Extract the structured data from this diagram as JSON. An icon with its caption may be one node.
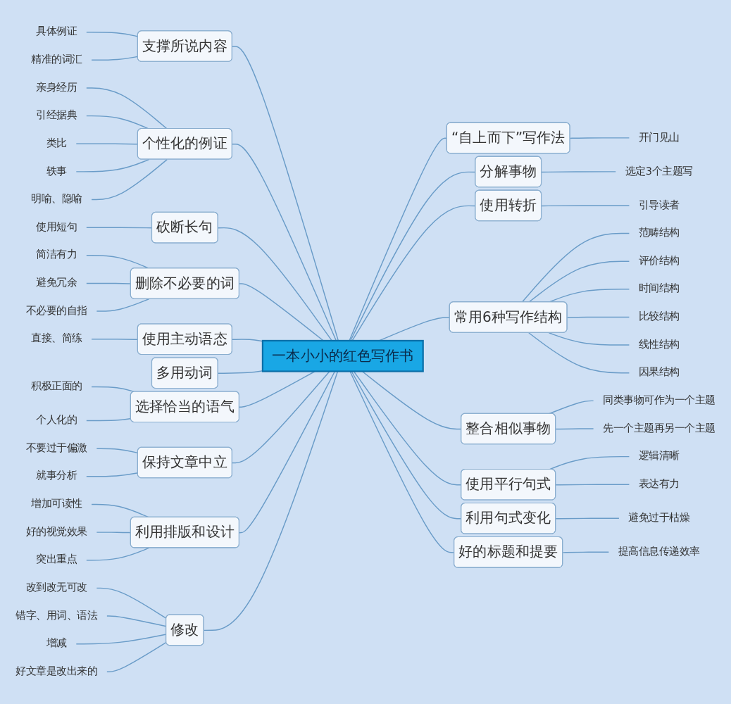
{
  "diagram": {
    "nodes": [
      {
        "text": [
          "一本小小的红色写作书"
        ]
      },
      {
        "text": [
          "支撑所说内容"
        ]
      },
      {
        "text": [
          "具体例证"
        ]
      },
      {
        "text": [
          "精准的词汇"
        ]
      },
      {
        "text": [
          "个性化的例证"
        ]
      },
      {
        "text": [
          "亲身经历"
        ]
      },
      {
        "text": [
          "引经据典"
        ]
      },
      {
        "text": [
          "类比"
        ]
      },
      {
        "text": [
          "轶事"
        ]
      },
      {
        "text": [
          "明喻、隐喻"
        ]
      },
      {
        "text": [
          "砍断长句"
        ]
      },
      {
        "text": [
          "使用短句"
        ]
      },
      {
        "text": [
          "删除不必要的词"
        ]
      },
      {
        "text": [
          "简洁有力"
        ]
      },
      {
        "text": [
          "避免冗余"
        ]
      },
      {
        "text": [
          "不必要的自指"
        ]
      },
      {
        "text": [
          "使用主动语态"
        ]
      },
      {
        "text": [
          "直接、简练"
        ]
      },
      {
        "text": [
          "多用动词"
        ]
      },
      {
        "text": [
          "选择恰当的语气"
        ]
      },
      {
        "text": [
          "积极正面的"
        ]
      },
      {
        "text": [
          "个人化的"
        ]
      },
      {
        "text": [
          "保持文章中立"
        ]
      },
      {
        "text": [
          "不要过于偏激"
        ]
      },
      {
        "text": [
          "就事分析"
        ]
      },
      {
        "text": [
          "利用排版和设计"
        ]
      },
      {
        "text": [
          "增加可读性"
        ]
      },
      {
        "text": [
          "好的视觉效果"
        ]
      },
      {
        "text": [
          "突出重点"
        ]
      },
      {
        "text": [
          "修改"
        ]
      },
      {
        "text": [
          "改到改无可改"
        ]
      },
      {
        "text": [
          "错字、用词、语法"
        ]
      },
      {
        "text": [
          "增减"
        ]
      },
      {
        "text": [
          "好文章是改出来的"
        ]
      },
      {
        "text": [
          "“自上而下”写作法"
        ]
      },
      {
        "text": [
          "开门见山"
        ]
      },
      {
        "text": [
          "分解事物"
        ]
      },
      {
        "text": [
          "选定3个主题写"
        ]
      },
      {
        "text": [
          "使用转折"
        ]
      },
      {
        "text": [
          "引导读者"
        ]
      },
      {
        "text": [
          "常用6种写作结构"
        ]
      },
      {
        "text": [
          "范畴结构"
        ]
      },
      {
        "text": [
          "评价结构"
        ]
      },
      {
        "text": [
          "时间结构"
        ]
      },
      {
        "text": [
          "比较结构"
        ]
      },
      {
        "text": [
          "线性结构"
        ]
      },
      {
        "text": [
          "因果结构"
        ]
      },
      {
        "text": [
          "整合相似事物"
        ]
      },
      {
        "text": [
          "同类事物可作为一个主题"
        ]
      },
      {
        "text": [
          "先一个主题再另一个主题"
        ]
      },
      {
        "text": [
          "使用平行句式"
        ]
      },
      {
        "text": [
          "逻辑清晰"
        ]
      },
      {
        "text": [
          "表达有力"
        ]
      },
      {
        "text": [
          "利用句式变化"
        ]
      },
      {
        "text": [
          "避免过于枯燥"
        ]
      },
      {
        "text": [
          "好的标题和提要"
        ]
      },
      {
        "text": [
          "提高信息传递效率"
        ]
      }
    ],
    "edges": [
      {
        "from": 1,
        "to": 0,
        "arrow": "none"
      },
      {
        "from": 2,
        "to": 1,
        "arrow": "none"
      },
      {
        "from": 3,
        "to": 1,
        "arrow": "none"
      },
      {
        "from": 4,
        "to": 0,
        "arrow": "none"
      },
      {
        "from": 5,
        "to": 4,
        "arrow": "none"
      },
      {
        "from": 6,
        "to": 4,
        "arrow": "none"
      },
      {
        "from": 7,
        "to": 4,
        "arrow": "none"
      },
      {
        "from": 8,
        "to": 4,
        "arrow": "none"
      },
      {
        "from": 9,
        "to": 4,
        "arrow": "none"
      },
      {
        "from": 10,
        "to": 0,
        "arrow": "none"
      },
      {
        "from": 11,
        "to": 10,
        "arrow": "none"
      },
      {
        "from": 12,
        "to": 0,
        "arrow": "none"
      },
      {
        "from": 13,
        "to": 12,
        "arrow": "none"
      },
      {
        "from": 14,
        "to": 12,
        "arrow": "none"
      },
      {
        "from": 15,
        "to": 12,
        "arrow": "none"
      },
      {
        "from": 16,
        "to": 0,
        "arrow": "none"
      },
      {
        "from": 17,
        "to": 16,
        "arrow": "none"
      },
      {
        "from": 18,
        "to": 0,
        "arrow": "none"
      },
      {
        "from": 19,
        "to": 0,
        "arrow": "none"
      },
      {
        "from": 20,
        "to": 19,
        "arrow": "none"
      },
      {
        "from": 21,
        "to": 19,
        "arrow": "none"
      },
      {
        "from": 22,
        "to": 0,
        "arrow": "none"
      },
      {
        "from": 23,
        "to": 22,
        "arrow": "none"
      },
      {
        "from": 24,
        "to": 22,
        "arrow": "none"
      },
      {
        "from": 25,
        "to": 0,
        "arrow": "none"
      },
      {
        "from": 26,
        "to": 25,
        "arrow": "none"
      },
      {
        "from": 27,
        "to": 25,
        "arrow": "none"
      },
      {
        "from": 28,
        "to": 25,
        "arrow": "none"
      },
      {
        "from": 29,
        "to": 0,
        "arrow": "none"
      },
      {
        "from": 30,
        "to": 29,
        "arrow": "none"
      },
      {
        "from": 31,
        "to": 29,
        "arrow": "none"
      },
      {
        "from": 32,
        "to": 29,
        "arrow": "none"
      },
      {
        "from": 33,
        "to": 29,
        "arrow": "none"
      },
      {
        "from": 0,
        "to": 34,
        "arrow": "none"
      },
      {
        "from": 34,
        "to": 35,
        "arrow": "none"
      },
      {
        "from": 0,
        "to": 36,
        "arrow": "none"
      },
      {
        "from": 36,
        "to": 37,
        "arrow": "none"
      },
      {
        "from": 0,
        "to": 38,
        "arrow": "none"
      },
      {
        "from": 38,
        "to": 39,
        "arrow": "none"
      },
      {
        "from": 0,
        "to": 40,
        "arrow": "none"
      },
      {
        "from": 40,
        "to": 41,
        "arrow": "none"
      },
      {
        "from": 40,
        "to": 42,
        "arrow": "none"
      },
      {
        "from": 40,
        "to": 43,
        "arrow": "none"
      },
      {
        "from": 40,
        "to": 44,
        "arrow": "none"
      },
      {
        "from": 40,
        "to": 45,
        "arrow": "none"
      },
      {
        "from": 40,
        "to": 46,
        "arrow": "none"
      },
      {
        "from": 0,
        "to": 47,
        "arrow": "none"
      },
      {
        "from": 47,
        "to": 48,
        "arrow": "none"
      },
      {
        "from": 47,
        "to": 49,
        "arrow": "none"
      },
      {
        "from": 0,
        "to": 50,
        "arrow": "none"
      },
      {
        "from": 50,
        "to": 51,
        "arrow": "none"
      },
      {
        "from": 50,
        "to": 52,
        "arrow": "none"
      },
      {
        "from": 0,
        "to": 53,
        "arrow": "none"
      },
      {
        "from": 53,
        "to": 54,
        "arrow": "none"
      },
      {
        "from": 0,
        "to": 55,
        "arrow": "none"
      },
      {
        "from": 55,
        "to": 56,
        "arrow": "none"
      }
    ]
  }
}
